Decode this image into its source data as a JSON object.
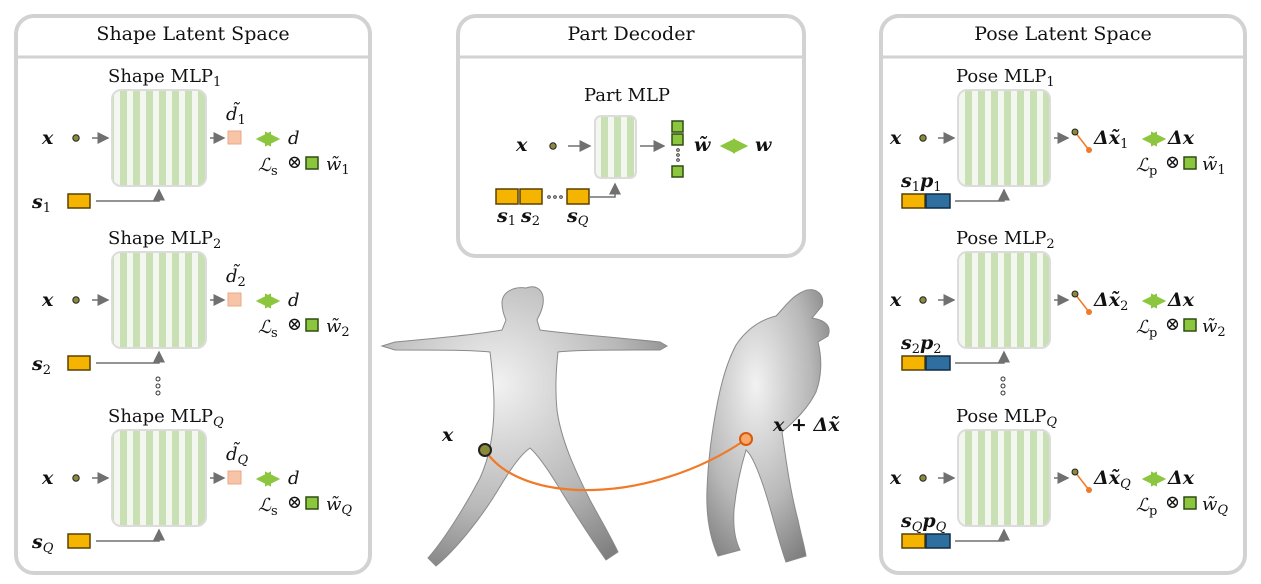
{
  "panels": {
    "shape": {
      "title": "Shape Latent Space",
      "mlps": [
        {
          "label": "Shape MLP",
          "sub": "1",
          "out": "d̃",
          "out_sub": "1",
          "target": "d",
          "loss": "ℒ",
          "loss_sub": "s",
          "otimes": "⊗",
          "weight": "w̃",
          "weight_sub": "1",
          "x": "x",
          "code": "s",
          "code_sub": "1"
        },
        {
          "label": "Shape MLP",
          "sub": "2",
          "out": "d̃",
          "out_sub": "2",
          "target": "d",
          "loss": "ℒ",
          "loss_sub": "s",
          "otimes": "⊗",
          "weight": "w̃",
          "weight_sub": "2",
          "x": "x",
          "code": "s",
          "code_sub": "2"
        },
        {
          "label": "Shape MLP",
          "sub": "Q",
          "out": "d̃",
          "out_sub": "Q",
          "target": "d",
          "loss": "ℒ",
          "loss_sub": "s",
          "otimes": "⊗",
          "weight": "w̃",
          "weight_sub": "Q",
          "x": "x",
          "code": "s",
          "code_sub": "Q"
        }
      ]
    },
    "part": {
      "title": "Part Decoder",
      "mlp_label": "Part MLP",
      "x": "x",
      "output": "w̃",
      "target": "w",
      "codes": [
        {
          "code": "s",
          "sub": "1"
        },
        {
          "code": "s",
          "sub": "2"
        },
        {
          "code": "s",
          "sub": "Q"
        }
      ]
    },
    "pose": {
      "title": "Pose Latent Space",
      "mlps": [
        {
          "label": "Pose MLP",
          "sub": "1",
          "out": "Δx̃",
          "out_sub": "1",
          "target": "Δx",
          "loss": "ℒ",
          "loss_sub": "p",
          "otimes": "⊗",
          "weight": "w̃",
          "weight_sub": "1",
          "x": "x",
          "code_s": "s",
          "code_p": "p",
          "code_sub": "1"
        },
        {
          "label": "Pose MLP",
          "sub": "2",
          "out": "Δx̃",
          "out_sub": "2",
          "target": "Δx",
          "loss": "ℒ",
          "loss_sub": "p",
          "otimes": "⊗",
          "weight": "w̃",
          "weight_sub": "2",
          "x": "x",
          "code_s": "s",
          "code_p": "p",
          "code_sub": "2"
        },
        {
          "label": "Pose MLP",
          "sub": "Q",
          "out": "Δx̃",
          "out_sub": "Q",
          "target": "Δx",
          "loss": "ℒ",
          "loss_sub": "p",
          "otimes": "⊗",
          "weight": "w̃",
          "weight_sub": "Q",
          "x": "x",
          "code_s": "s",
          "code_p": "p",
          "code_sub": "Q"
        }
      ]
    }
  },
  "center": {
    "point_label": "x",
    "deformed_label": "x + Δx̃"
  },
  "colors": {
    "panel_border": "#d2d2d2",
    "mlp_fill": "#f4f7f0",
    "mlp_stripe": "#c9e0b4",
    "shape_code": "#f4b400",
    "pose_code": "#2f6f9f",
    "weight": "#8cc63f",
    "out_square": "#f7c4a8",
    "arrow_green": "#8cc63f",
    "orange": "#f07a28",
    "gray_arrow": "#707070"
  }
}
